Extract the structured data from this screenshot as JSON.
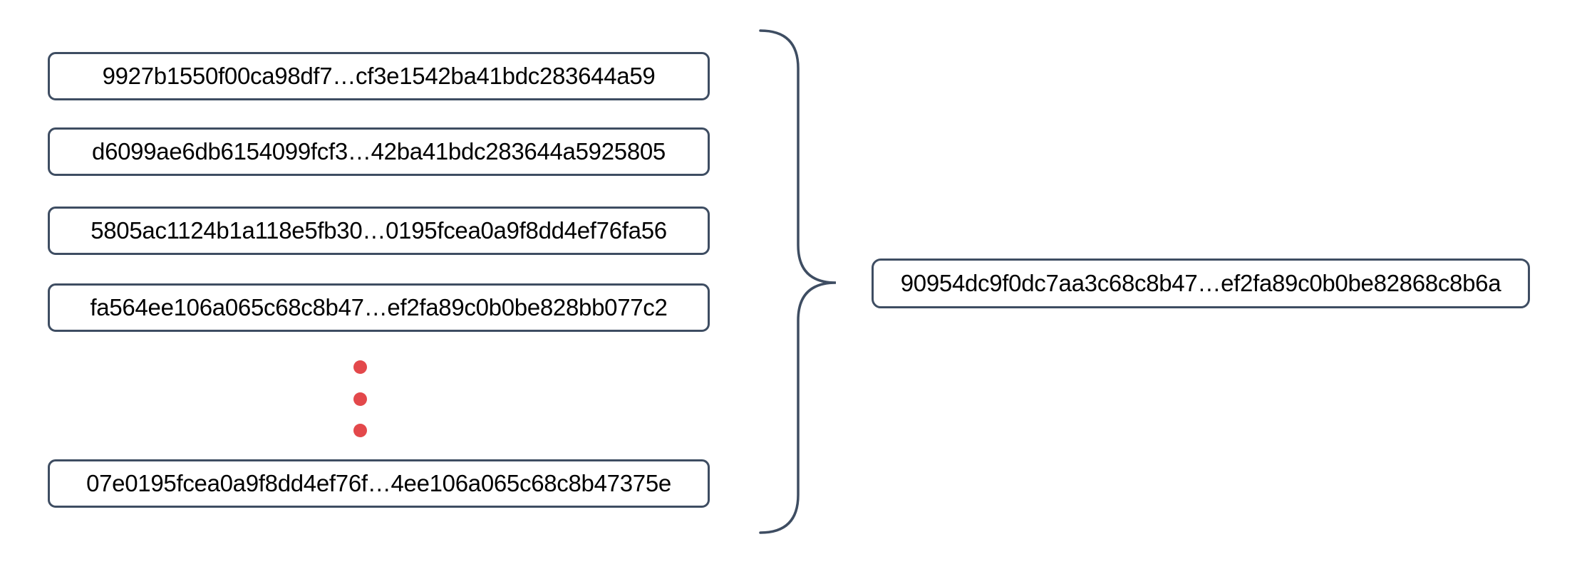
{
  "diagram": {
    "description": "Many hash strings combined (curly brace) into a single resulting hash",
    "left_hashes": [
      "9927b1550f00ca98df7…cf3e1542ba41bdc283644a59",
      "d6099ae6db6154099fcf3…42ba41bdc283644a5925805",
      "5805ac1124b1a118e5fb30…0195fcea0a9f8dd4ef76fa56",
      "fa564ee106a065c68c8b47…ef2fa89c0b0be828bb077c2",
      "07e0195fcea0a9f8dd4ef76f…4ee106a065c68c8b47375e"
    ],
    "ellipsis_dot_count": 3,
    "result_hash": "90954dc9f0dc7aa3c68c8b47…ef2fa89c0b0be82868c8b6a"
  },
  "colors": {
    "border": "#3e4d62",
    "dot": "#e3484b",
    "text": "#000000",
    "background": "#ffffff"
  }
}
